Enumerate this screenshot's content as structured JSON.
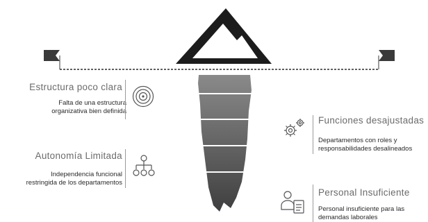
{
  "diagram": {
    "left_items": [
      {
        "title": "Estructura poco clara",
        "desc_lines": [
          "Falta de una estructura",
          "organizativa bien definida"
        ],
        "icon": "target-icon"
      },
      {
        "title": "Autonomía Limitada",
        "desc_lines": [
          "Independencia funcional",
          "restringida de los departamentos"
        ],
        "icon": "org-chart-icon"
      }
    ],
    "right_items": [
      {
        "title": "Funciones desajustadas",
        "desc_lines": [
          "Departamentos con roles y",
          "responsabilidades desalineados"
        ],
        "icon": "gears-icon"
      },
      {
        "title": "Personal Insuficiente",
        "desc_lines": [
          "Personal insuficiente para las",
          "demandas laborales"
        ],
        "icon": "person-document-icon"
      }
    ],
    "colors": {
      "tip": "#1c1c1c",
      "iceberg_top": "#7a7a7a",
      "iceberg_bottom": "#4a4a4a",
      "flag": "#3a3a3a",
      "waterline": "#2b2b2b"
    }
  }
}
